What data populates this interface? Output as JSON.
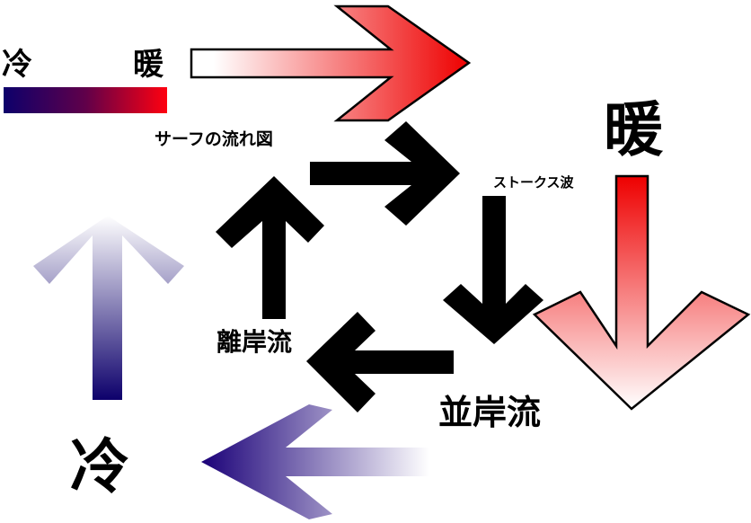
{
  "legend": {
    "cold_label": "冷",
    "warm_label": "暖",
    "cold_color": "#0d006b",
    "warm_color": "#ff0000"
  },
  "labels": {
    "title": "サーフの流れ図",
    "warm_big": "暖",
    "cold_big": "冷",
    "stokes": "ストークス波",
    "rip_current": "離岸流",
    "longshore_current": "並岸流"
  },
  "colors": {
    "warm": "#ff0000",
    "warm_light": "#ffffff",
    "cold": "#0d006b",
    "cold_light": "#ffffff",
    "flow_arrows": "#000000"
  }
}
